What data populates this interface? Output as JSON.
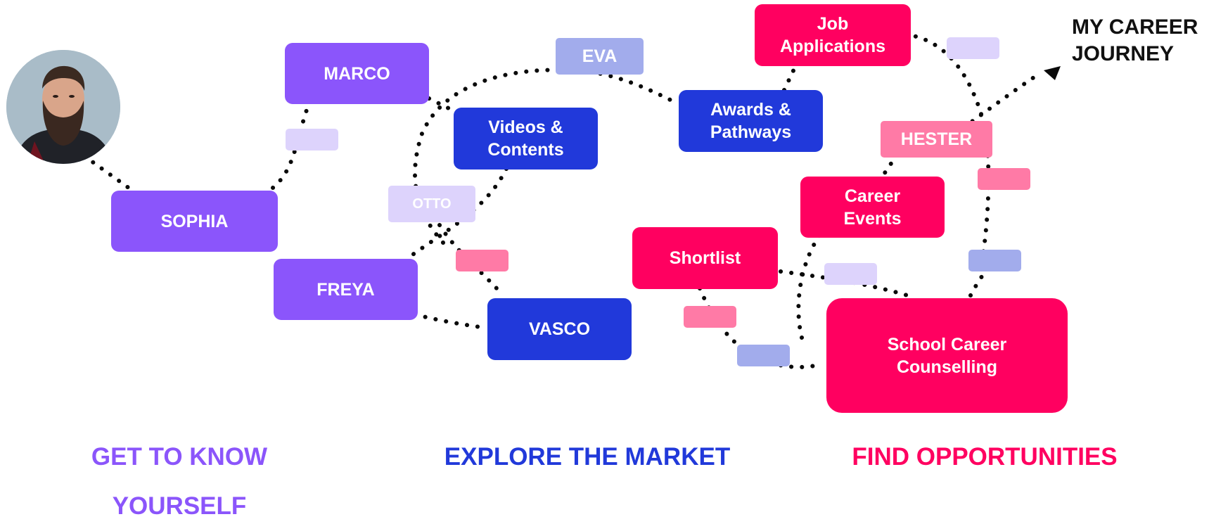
{
  "title": "MY CAREER\nJOURNEY",
  "colors": {
    "purple": "#8b55fb",
    "blue": "#2139da",
    "pink": "#ff0060",
    "light_purple": "#ddd3fc",
    "light_blue": "#a2acec",
    "light_pink": "#ff7aa6",
    "path": "#0a0a0a"
  },
  "stages": {
    "yourself": "GET TO KNOW\nYOURSELF",
    "market": "EXPLORE THE MARKET",
    "opportunities": "FIND OPPORTUNITIES"
  },
  "nodes": {
    "sophia": "SOPHIA",
    "marco": "MARCO",
    "freya": "FREYA",
    "videos": "Videos &\nContents",
    "vasco": "VASCO",
    "awards": "Awards &\nPathways",
    "job": "Job\nApplications",
    "career_events": "Career\nEvents",
    "shortlist": "Shortlist",
    "counselling": "School Career\nCounselling"
  },
  "chips": {
    "eva": "EVA",
    "otto": "OTTO",
    "hester": "HESTER"
  },
  "avatar": {
    "icon": "person-avatar"
  }
}
